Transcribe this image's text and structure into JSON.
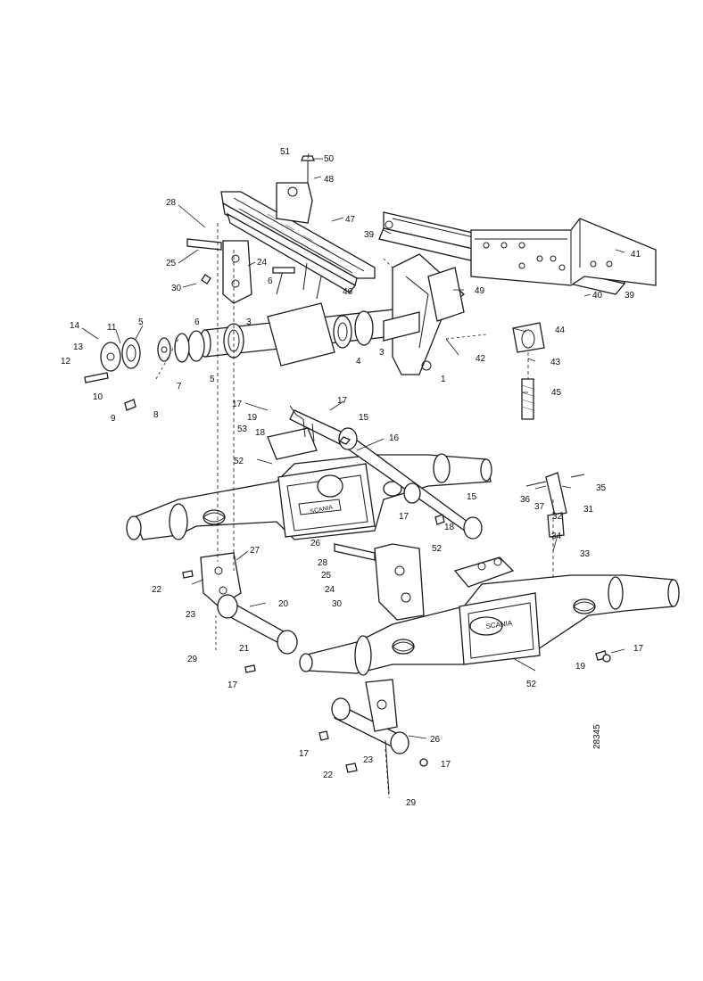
{
  "figure": {
    "reference_number": "28345",
    "axle_badge": "SCANIA"
  },
  "callouts": [
    {
      "id": "c51",
      "text": "51"
    },
    {
      "id": "c50",
      "text": "50"
    },
    {
      "id": "c48",
      "text": "48"
    },
    {
      "id": "c28a",
      "text": "28"
    },
    {
      "id": "c47",
      "text": "47"
    },
    {
      "id": "c39a",
      "text": "39"
    },
    {
      "id": "c25a",
      "text": "25"
    },
    {
      "id": "c24a",
      "text": "24"
    },
    {
      "id": "c30a",
      "text": "30"
    },
    {
      "id": "c6a",
      "text": "6"
    },
    {
      "id": "c46",
      "text": "46"
    },
    {
      "id": "c49",
      "text": "49"
    },
    {
      "id": "c41",
      "text": "41"
    },
    {
      "id": "c40",
      "text": "40"
    },
    {
      "id": "c39b",
      "text": "39"
    },
    {
      "id": "c14",
      "text": "14"
    },
    {
      "id": "c11",
      "text": "11"
    },
    {
      "id": "c5a",
      "text": "5"
    },
    {
      "id": "c6b",
      "text": "6"
    },
    {
      "id": "c3a",
      "text": "3"
    },
    {
      "id": "c13",
      "text": "13"
    },
    {
      "id": "c12",
      "text": "12"
    },
    {
      "id": "c10",
      "text": "10"
    },
    {
      "id": "c7",
      "text": "7"
    },
    {
      "id": "c5b",
      "text": "5"
    },
    {
      "id": "c4",
      "text": "4"
    },
    {
      "id": "c3b",
      "text": "3"
    },
    {
      "id": "c42",
      "text": "42"
    },
    {
      "id": "c1",
      "text": "1"
    },
    {
      "id": "c44",
      "text": "44"
    },
    {
      "id": "c43",
      "text": "43"
    },
    {
      "id": "c45",
      "text": "45"
    },
    {
      "id": "c9",
      "text": "9"
    },
    {
      "id": "c8",
      "text": "8"
    },
    {
      "id": "c17a",
      "text": "17"
    },
    {
      "id": "c17b",
      "text": "17"
    },
    {
      "id": "c19a",
      "text": "19"
    },
    {
      "id": "c15a",
      "text": "15"
    },
    {
      "id": "c18a",
      "text": "18"
    },
    {
      "id": "c53",
      "text": "53"
    },
    {
      "id": "c16",
      "text": "16"
    },
    {
      "id": "c52a",
      "text": "52"
    },
    {
      "id": "c15b",
      "text": "15"
    },
    {
      "id": "c35a",
      "text": "35"
    },
    {
      "id": "c36",
      "text": "36"
    },
    {
      "id": "c37",
      "text": "37"
    },
    {
      "id": "c31",
      "text": "31"
    },
    {
      "id": "c32",
      "text": "32"
    },
    {
      "id": "c17c",
      "text": "17"
    },
    {
      "id": "c18b",
      "text": "18"
    },
    {
      "id": "c34",
      "text": "34"
    },
    {
      "id": "c33",
      "text": "33"
    },
    {
      "id": "c26a",
      "text": "26"
    },
    {
      "id": "c52b",
      "text": "52"
    },
    {
      "id": "c27",
      "text": "27"
    },
    {
      "id": "c28b",
      "text": "28"
    },
    {
      "id": "c25b",
      "text": "25"
    },
    {
      "id": "c22a",
      "text": "22"
    },
    {
      "id": "c24b",
      "text": "24"
    },
    {
      "id": "c30b",
      "text": "30"
    },
    {
      "id": "c20",
      "text": "20"
    },
    {
      "id": "c23a",
      "text": "23"
    },
    {
      "id": "c21",
      "text": "21"
    },
    {
      "id": "c29a",
      "text": "29"
    },
    {
      "id": "c17d",
      "text": "17"
    },
    {
      "id": "c19b",
      "text": "19"
    },
    {
      "id": "c17e",
      "text": "17"
    },
    {
      "id": "c52c",
      "text": "52"
    },
    {
      "id": "c26b",
      "text": "26"
    },
    {
      "id": "c17f",
      "text": "17"
    },
    {
      "id": "c23b",
      "text": "23"
    },
    {
      "id": "c22b",
      "text": "22"
    },
    {
      "id": "c17g",
      "text": "17"
    },
    {
      "id": "c29b",
      "text": "29"
    }
  ]
}
